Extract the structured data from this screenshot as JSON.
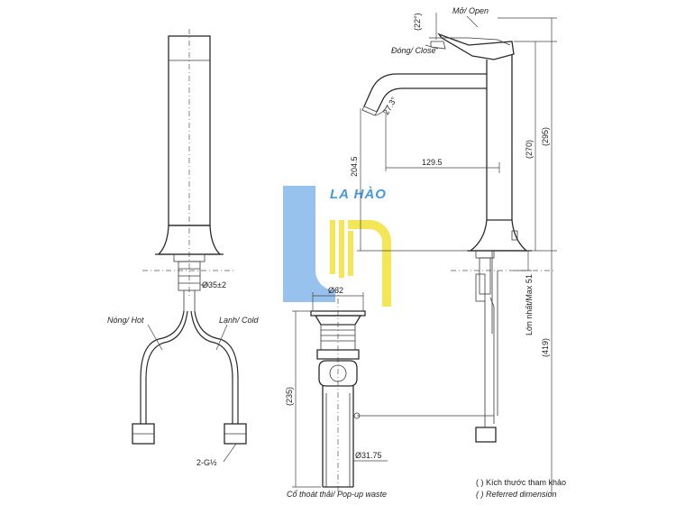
{
  "brand": {
    "watermark": "LA HÀO",
    "blue": "#3f8ee0",
    "yellow": "#f2e23a"
  },
  "labels": {
    "hot": "Nóng/ Hot",
    "cold": "Lạnh/ Cold",
    "thread": "2-G½",
    "dia_35": "Ø35±2",
    "dia_62": "Ø62",
    "dia_3175": "Ø31.75",
    "popup": "Cổ thoát thải/ Pop-up waste",
    "open": "Mở/ Open",
    "close": "Đóng/ Close",
    "angle_22": "(22°)",
    "angle_27": "27.3°",
    "dim_1295": "129.5",
    "dim_2045": "204.5",
    "dim_270": "(270)",
    "dim_295": "(295)",
    "dim_235": "(235)",
    "dim_419": "(419)",
    "max51": "Lớn nhất/Max 51",
    "note_vi": "( ) Kích thước tham khảo",
    "note_en": "( ) Referred dimension"
  }
}
